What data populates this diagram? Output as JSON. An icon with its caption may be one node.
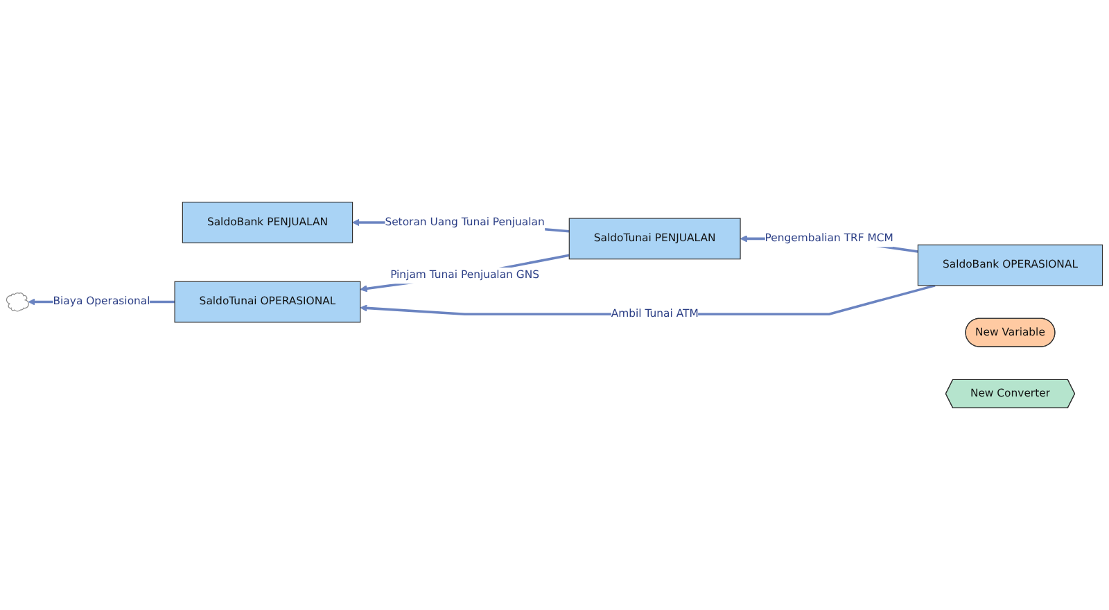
{
  "diagram": {
    "nodes": [
      {
        "text": [
          "SaldoBank PENJUALAN"
        ]
      },
      {
        "text": [
          "SaldoTunai PENJUALAN"
        ]
      },
      {
        "text": [
          "SaldoTunai OPERASIONAL"
        ]
      },
      {
        "text": [
          "SaldoBank OPERASIONAL"
        ]
      },
      {
        "text": [],
        "shape": "cloud"
      },
      {
        "text": [
          "New Variable"
        ]
      },
      {
        "text": [
          "New Converter"
        ]
      }
    ],
    "edges": [
      {
        "from": 1,
        "to": 0,
        "arrow": "to",
        "label": "Setoran Uang Tunai Penjualan"
      },
      {
        "from": 1,
        "to": 2,
        "arrow": "to",
        "label": "Pinjam Tunai Penjualan GNS"
      },
      {
        "from": 3,
        "to": 1,
        "arrow": "to",
        "label": "Pengembalian TRF MCM"
      },
      {
        "from": 3,
        "to": 2,
        "arrow": "to",
        "label": "Ambil Tunai ATM"
      },
      {
        "from": 2,
        "to": 4,
        "arrow": "to",
        "label": "Biaya Operasional"
      }
    ]
  }
}
